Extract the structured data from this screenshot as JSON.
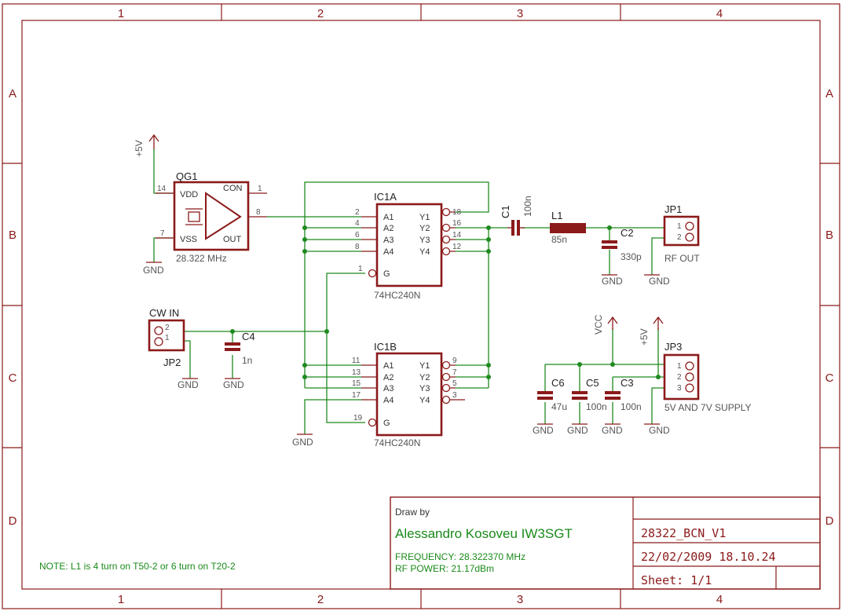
{
  "frame": {
    "columns": [
      "1",
      "2",
      "3",
      "4"
    ],
    "rows": [
      "A",
      "B",
      "C",
      "D"
    ]
  },
  "components": {
    "qg1": {
      "name": "QG1",
      "value": "28.322 MHz",
      "pins": {
        "vdd": "VDD",
        "vss": "VSS",
        "con": "CON",
        "out": "OUT"
      },
      "pin_numbers": {
        "vdd": "14",
        "vss": "7",
        "con": "1",
        "out": "8"
      }
    },
    "ic1a": {
      "name": "IC1A",
      "value": "74HC240N",
      "inputs": [
        "A1",
        "A2",
        "A3",
        "A4"
      ],
      "outputs": [
        "Y1",
        "Y2",
        "Y3",
        "Y4"
      ],
      "gate": "G",
      "in_pins": [
        "2",
        "4",
        "6",
        "8"
      ],
      "out_pins": [
        "18",
        "16",
        "14",
        "12"
      ],
      "gate_pin": "1"
    },
    "ic1b": {
      "name": "IC1B",
      "value": "74HC240N",
      "inputs": [
        "A1",
        "A2",
        "A3",
        "A4"
      ],
      "outputs": [
        "Y1",
        "Y2",
        "Y3",
        "Y4"
      ],
      "gate": "G",
      "in_pins": [
        "11",
        "13",
        "15",
        "17"
      ],
      "out_pins": [
        "9",
        "7",
        "5",
        "3"
      ],
      "gate_pin": "19"
    },
    "c1": {
      "name": "C1",
      "value": "100n"
    },
    "l1": {
      "name": "L1",
      "value": "85n"
    },
    "c2": {
      "name": "C2",
      "value": "330p"
    },
    "c3": {
      "name": "C3",
      "value": "100n"
    },
    "c4": {
      "name": "C4",
      "value": "1n"
    },
    "c5": {
      "name": "C5",
      "value": "100n"
    },
    "c6": {
      "name": "C6",
      "value": "47u"
    },
    "jp1": {
      "name": "JP1",
      "value": "RF OUT",
      "pins": [
        "1",
        "2"
      ]
    },
    "jp2": {
      "name": "JP2",
      "label": "CW IN",
      "pins": [
        "2",
        "1"
      ]
    },
    "jp3": {
      "name": "JP3",
      "value": "5V AND 7V SUPPLY",
      "pins": [
        "1",
        "2",
        "3"
      ]
    }
  },
  "power": {
    "v5": "+5V",
    "vcc": "VCC",
    "gnd": "GND"
  },
  "note": "NOTE: L1 is 4 turn on T50-2 or 6 turn on T20-2",
  "titleblock": {
    "draw_by_label": "Draw by",
    "author": "Alessandro Kosoveu IW3SGT",
    "frequency": "FREQUENCY: 28.322370 MHz",
    "rf_power": "RF POWER: 21.17dBm",
    "drawing_name": "28322_BCN_V1",
    "datetime": "22/02/2009 18.10.24",
    "sheet": "Sheet: 1/1"
  }
}
